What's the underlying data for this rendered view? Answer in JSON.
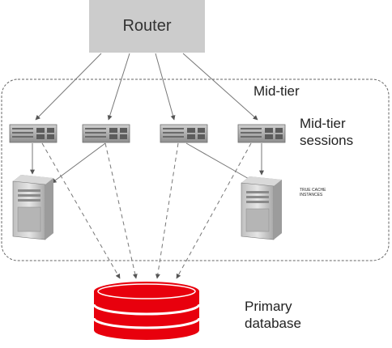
{
  "router": {
    "label": "Router"
  },
  "mid_tier": {
    "label": "Mid-tier"
  },
  "sessions": {
    "line1": "Mid-tier",
    "line2": "sessions"
  },
  "true_cache": {
    "line1": "TRUE CACHE",
    "line2": "INSTANCES"
  },
  "primary": {
    "line1": "Primary",
    "line2": "database"
  },
  "colors": {
    "router_fill": "#cccccc",
    "database_red": "#e8000d",
    "server_gray": "#9a9a9a",
    "connector": "#7f7f7f"
  },
  "icons": [
    "rack-server-icon",
    "tower-server-icon",
    "database-cylinder-icon"
  ]
}
